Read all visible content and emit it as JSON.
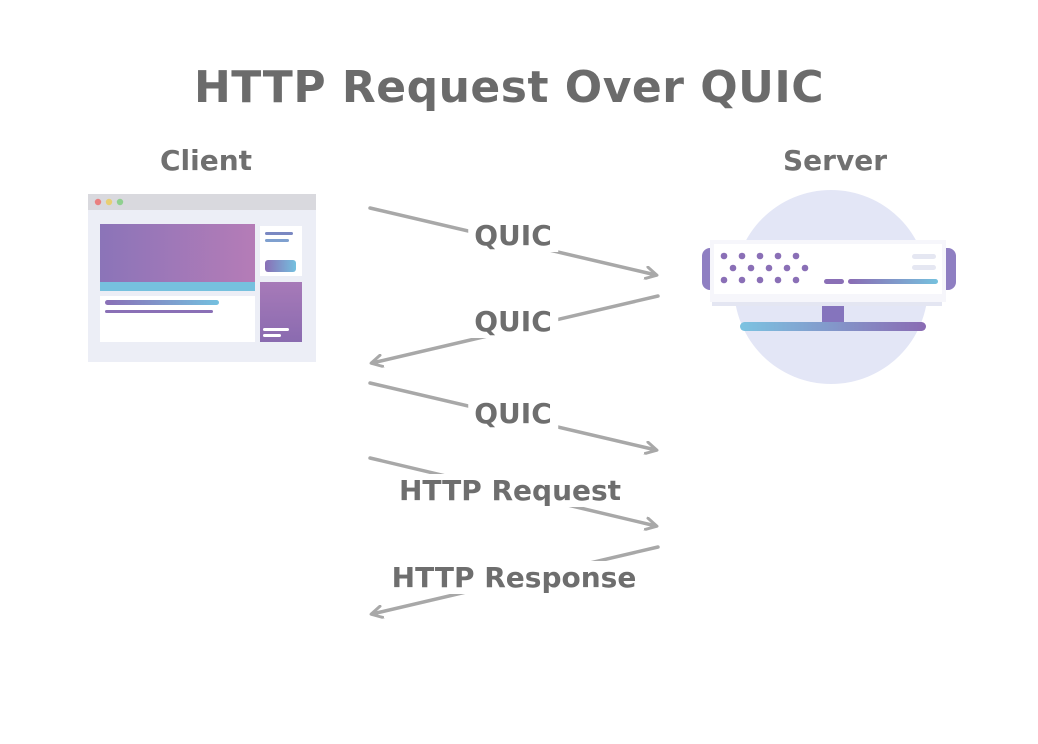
{
  "title": "HTTP Request Over QUIC",
  "actors": {
    "client": "Client",
    "server": "Server"
  },
  "messages": [
    {
      "label": "QUIC",
      "direction": "client-to-server"
    },
    {
      "label": "QUIC",
      "direction": "server-to-client"
    },
    {
      "label": "QUIC",
      "direction": "client-to-server"
    },
    {
      "label": "HTTP Request",
      "direction": "client-to-server"
    },
    {
      "label": "HTTP Response",
      "direction": "server-to-client"
    }
  ],
  "colors": {
    "arrow": "#a8a8a8",
    "lifeline_top": "#7ec3e3",
    "lifeline_bottom": "#7f6fb4",
    "server_lifeline_top": "#b57cb8",
    "accent_purple": "#8a6fb6",
    "accent_pink": "#b77db7"
  },
  "icons": {
    "client": "browser-window-icon",
    "server": "server-rack-icon"
  }
}
